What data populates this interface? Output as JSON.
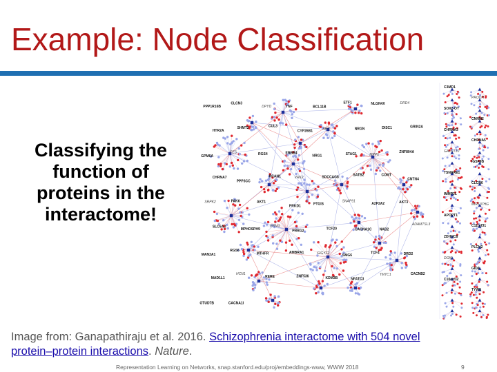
{
  "slide": {
    "title": "Example: Node Classification",
    "callout": "Classifying the function of proteins in the interactome!",
    "citation": {
      "prefix": "Image from: Ganapathiraju et al. 2016. ",
      "link_text": "Schizophrenia interactome with 504 novel protein–protein interactions",
      "sep": ". ",
      "journal": "Nature",
      "suffix": "."
    },
    "footer": "Representation Learning on Networks, snap.stanford.edu/proj/embeddings-www, WWW 2018",
    "page_number": "9"
  },
  "figure": {
    "colors": {
      "title": "#b21818",
      "rule": "#1f6fb2",
      "known_node": "#9aa6e8",
      "novel_node": "#e0282f",
      "hub": "#1c2f9a",
      "edge": "#9fa8e4",
      "novel_edge": "#e87878"
    },
    "labels": [
      "PPP1R16B",
      "CLCN3",
      "DPYD",
      "TNF",
      "BCL11B",
      "ETF1",
      "NLGN4X",
      "DRD4",
      "HTR2A",
      "SHMT2",
      "CUL3",
      "CYP26B1",
      "ARC",
      "NRGN",
      "DISC1",
      "GRIN2A",
      "GPM6A",
      "FES",
      "RGS4",
      "ERBB4",
      "NRG1",
      "STAG1",
      "MPP6",
      "ZNF804A",
      "CHRNA7",
      "PPP3CC",
      "RCAN1",
      "VRK2",
      "SDCCAG8",
      "SATB2",
      "COMT",
      "CNTN4",
      "SRPK2",
      "PAK6",
      "AKT1",
      "PRKD1",
      "PTGIS",
      "SNAP91",
      "A2P2A2",
      "AKT3",
      "SLC6A3",
      "MPHOSPH9",
      "GRM3",
      "PRRG2",
      "TCF20",
      "CACNA1C",
      "NAB2",
      "ADAMTSL3",
      "MAN2A1",
      "RGS6",
      "MTHFR",
      "AMBRA1",
      "GIGYF2",
      "SMG6",
      "TCF4",
      "DRD2",
      "MAD1L1",
      "HCN1",
      "RERE",
      "ZNF536",
      "KDM3B",
      "NFATC3",
      "TMTC1",
      "CACNB2",
      "OTUD7B",
      "CACNA1I",
      "C3MD1",
      "PRODH",
      "SOX2-OT",
      "CNNM2",
      "CHRNA3",
      "CHRNA5",
      "GALNT10",
      "IGSF9B",
      "TSNARE1",
      "CLCN6",
      "IMMP2L",
      "MIR137HG",
      "APOPT1",
      "C11orf31",
      "ZDHHC8",
      "PLCH2",
      "DGKI",
      "GID4",
      "C10orf32",
      "TYW5"
    ]
  }
}
